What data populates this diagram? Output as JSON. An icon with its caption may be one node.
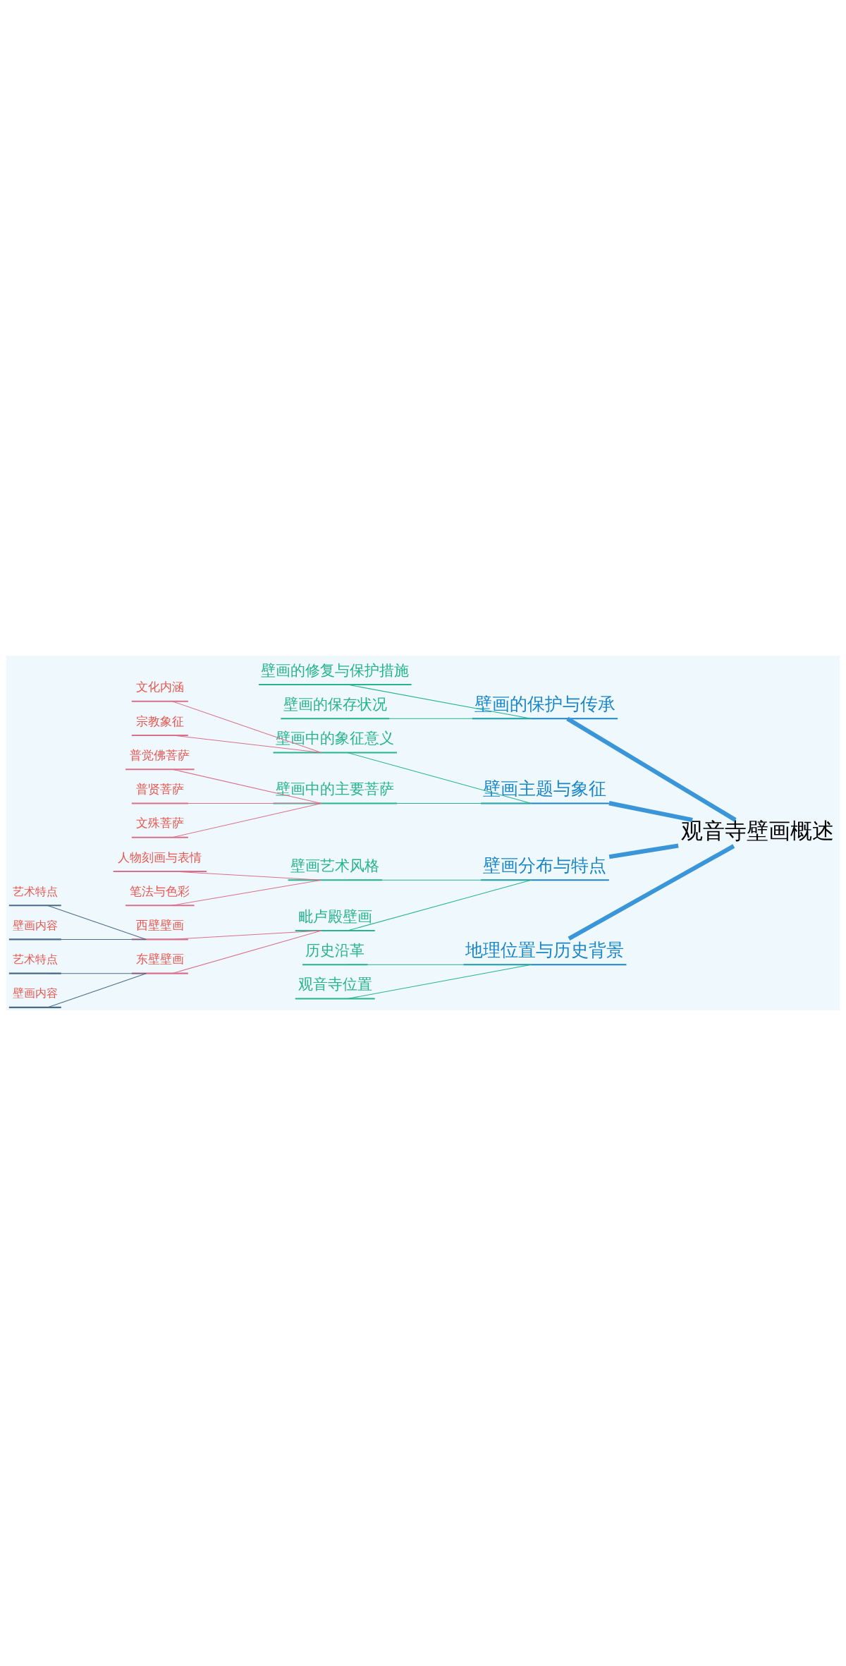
{
  "diagram": {
    "nodes": [
      {
        "text": [
          "观音寺壁画概述"
        ]
      },
      {
        "text": [
          "壁画的保护与传承"
        ]
      },
      {
        "text": [
          "壁画的修复与保护措施"
        ]
      },
      {
        "text": [
          "壁画的保存状况"
        ]
      },
      {
        "text": [
          "壁画主题与象征"
        ]
      },
      {
        "text": [
          "壁画中的象征意义"
        ]
      },
      {
        "text": [
          "文化内涵"
        ]
      },
      {
        "text": [
          "宗教象征"
        ]
      },
      {
        "text": [
          "壁画中的主要菩萨"
        ]
      },
      {
        "text": [
          "普觉佛菩萨"
        ]
      },
      {
        "text": [
          "普贤菩萨"
        ]
      },
      {
        "text": [
          "文殊菩萨"
        ]
      },
      {
        "text": [
          "壁画分布与特点"
        ]
      },
      {
        "text": [
          "壁画艺术风格"
        ]
      },
      {
        "text": [
          "人物刻画与表情"
        ]
      },
      {
        "text": [
          "笔法与色彩"
        ]
      },
      {
        "text": [
          "毗卢殿壁画"
        ]
      },
      {
        "text": [
          "西壁壁画"
        ]
      },
      {
        "text": [
          "艺术特点"
        ]
      },
      {
        "text": [
          "壁画内容"
        ]
      },
      {
        "text": [
          "东壁壁画"
        ]
      },
      {
        "text": [
          "艺术特点"
        ]
      },
      {
        "text": [
          "壁画内容"
        ]
      },
      {
        "text": [
          "地理位置与历史背景"
        ]
      },
      {
        "text": [
          "历史沿革"
        ]
      },
      {
        "text": [
          "观音寺位置"
        ]
      }
    ],
    "edges": [
      {
        "from": 0,
        "to": 1,
        "arrow": "none",
        "style": "thick",
        "color": "#3a96d8"
      },
      {
        "from": 1,
        "to": 2,
        "arrow": "none",
        "color": "#26b38f"
      },
      {
        "from": 1,
        "to": 3,
        "arrow": "none",
        "color": "#26b38f"
      },
      {
        "from": 0,
        "to": 4,
        "arrow": "none",
        "style": "thick",
        "color": "#3a96d8"
      },
      {
        "from": 4,
        "to": 5,
        "arrow": "none",
        "color": "#26b38f"
      },
      {
        "from": 5,
        "to": 6,
        "arrow": "none",
        "color": "#d9708a"
      },
      {
        "from": 5,
        "to": 7,
        "arrow": "none",
        "color": "#d9708a"
      },
      {
        "from": 4,
        "to": 8,
        "arrow": "none",
        "color": "#26b38f"
      },
      {
        "from": 8,
        "to": 9,
        "arrow": "none",
        "color": "#d9708a"
      },
      {
        "from": 8,
        "to": 10,
        "arrow": "none",
        "color": "#d9708a"
      },
      {
        "from": 8,
        "to": 11,
        "arrow": "none",
        "color": "#d9708a"
      },
      {
        "from": 0,
        "to": 12,
        "arrow": "none",
        "style": "thick",
        "color": "#3a96d8"
      },
      {
        "from": 12,
        "to": 13,
        "arrow": "none",
        "color": "#26b38f"
      },
      {
        "from": 13,
        "to": 14,
        "arrow": "none",
        "color": "#d9708a"
      },
      {
        "from": 13,
        "to": 15,
        "arrow": "none",
        "color": "#d9708a"
      },
      {
        "from": 12,
        "to": 16,
        "arrow": "none",
        "color": "#26b38f"
      },
      {
        "from": 16,
        "to": 17,
        "arrow": "none",
        "color": "#d9708a"
      },
      {
        "from": 17,
        "to": 18,
        "arrow": "none",
        "color": "#4a6a88"
      },
      {
        "from": 17,
        "to": 19,
        "arrow": "none",
        "color": "#4a6a88"
      },
      {
        "from": 16,
        "to": 20,
        "arrow": "none",
        "color": "#d9708a"
      },
      {
        "from": 20,
        "to": 21,
        "arrow": "none",
        "color": "#4a6a88"
      },
      {
        "from": 20,
        "to": 22,
        "arrow": "none",
        "color": "#4a6a88"
      },
      {
        "from": 0,
        "to": 23,
        "arrow": "none",
        "style": "thick",
        "color": "#3a96d8"
      },
      {
        "from": 23,
        "to": 24,
        "arrow": "none",
        "color": "#26b38f"
      },
      {
        "from": 23,
        "to": 25,
        "arrow": "none",
        "color": "#26b38f"
      }
    ]
  }
}
